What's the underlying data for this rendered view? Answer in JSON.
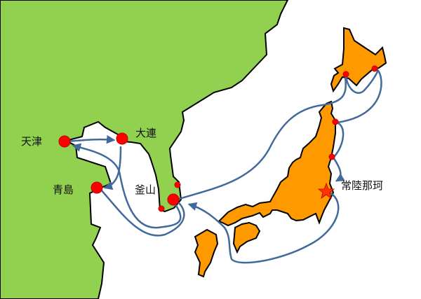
{
  "map": {
    "colors": {
      "continent": "#92D050",
      "japan": "#FF9900",
      "sea": "#FFFFFF",
      "coastline": "#000000",
      "route": "#41699A",
      "port": "#FF0000",
      "origin_star": "#FF3300"
    },
    "ports": [
      {
        "name": "天津",
        "label": "天津"
      },
      {
        "name": "大連",
        "label": "大連"
      },
      {
        "name": "青島",
        "label": "青島"
      },
      {
        "name": "釜山",
        "label": "釜山"
      },
      {
        "name": "常陸那珂",
        "label": "常陸那珂"
      }
    ],
    "legend_icons": [
      "port-dot",
      "origin-star",
      "route-arrow"
    ]
  }
}
